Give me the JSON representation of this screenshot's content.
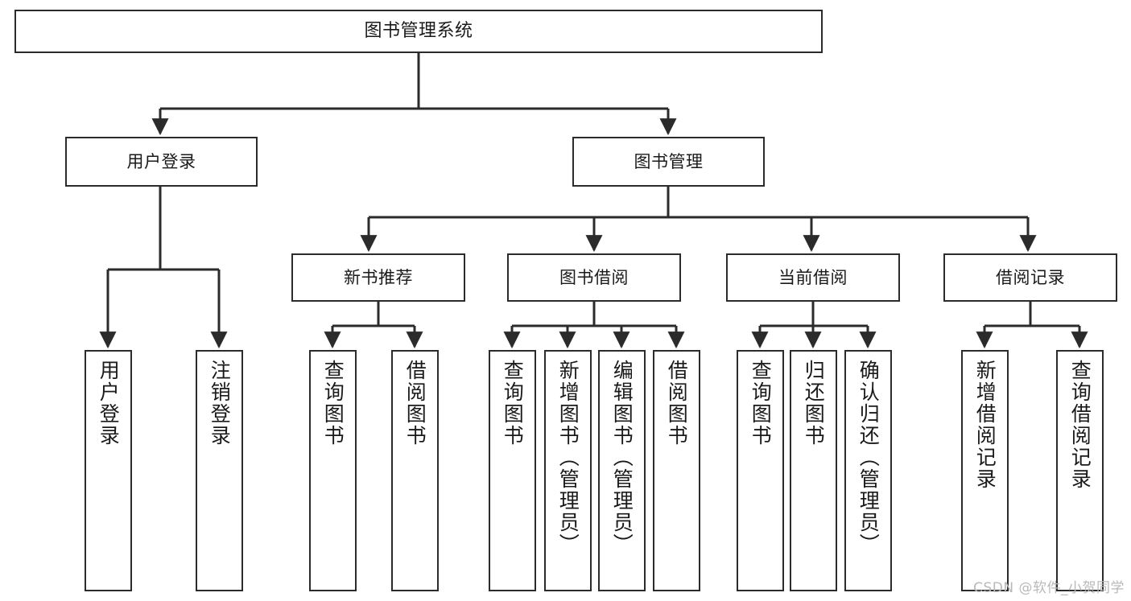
{
  "diagram": {
    "title": "图书管理系统",
    "type": "tree-hierarchy",
    "watermark": "CSDN @软件_小贺同学",
    "colors": {
      "background": "#ffffff",
      "box_border": "#2b2b2b",
      "box_fill": "#ffffff",
      "connector": "#2b2b2b",
      "text": "#1a1a1a",
      "watermark": "#b9b9b9"
    },
    "root": {
      "label": "图书管理系统"
    },
    "level2": [
      {
        "label": "用户登录"
      },
      {
        "label": "图书管理"
      }
    ],
    "level3": [
      {
        "label": "新书推荐"
      },
      {
        "label": "图书借阅"
      },
      {
        "label": "当前借阅"
      },
      {
        "label": "借阅记录"
      }
    ],
    "leaves": {
      "user_login": [
        {
          "label": "用户登录"
        },
        {
          "label": "注销登录"
        }
      ],
      "new_book_recommend": [
        {
          "label": "查询图书"
        },
        {
          "label": "借阅图书"
        }
      ],
      "book_borrow": [
        {
          "label": "查询图书"
        },
        {
          "label": "新增图书（管理员）"
        },
        {
          "label": "编辑图书（管理员）"
        },
        {
          "label": "借阅图书"
        }
      ],
      "current_borrow": [
        {
          "label": "查询图书"
        },
        {
          "label": "归还图书"
        },
        {
          "label": "确认归还（管理员）"
        }
      ],
      "borrow_record": [
        {
          "label": "新增借阅记录"
        },
        {
          "label": "查询借阅记录"
        }
      ]
    }
  }
}
